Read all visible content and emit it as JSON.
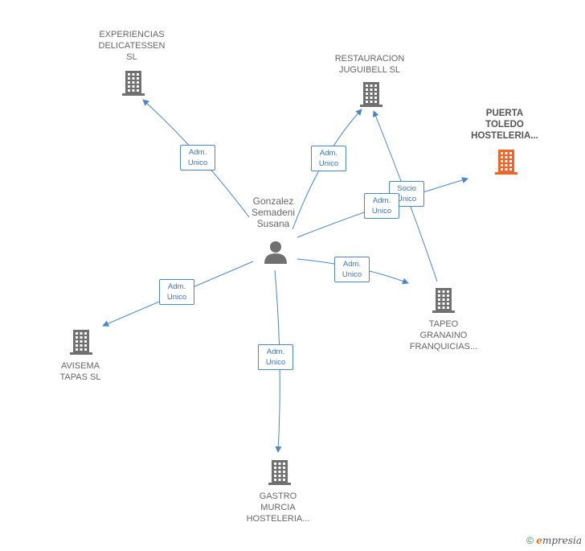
{
  "colors": {
    "edge": "#4a86c8",
    "building": "#707070",
    "highlight": "#f0642a"
  },
  "person": {
    "lines": [
      "Gonzalez",
      "Semadeni",
      "Susana"
    ]
  },
  "companies": [
    {
      "id": "experiencias",
      "lines": [
        "EXPERIENCIAS",
        "DELICATESSEN",
        "SL"
      ]
    },
    {
      "id": "restauracion",
      "lines": [
        "RESTAURACION",
        "JUGUIBELL SL"
      ]
    },
    {
      "id": "puerta",
      "lines": [
        "PUERTA",
        "TOLEDO",
        "HOSTELERIA..."
      ],
      "highlight": true
    },
    {
      "id": "tapeo",
      "lines": [
        "TAPEO",
        "GRANAINO",
        "FRANQUICIAS..."
      ]
    },
    {
      "id": "avisema",
      "lines": [
        "AVISEMA",
        "TAPAS SL"
      ]
    },
    {
      "id": "gastro",
      "lines": [
        "GASTRO",
        "MURCIA",
        "HOSTELERIA..."
      ]
    }
  ],
  "edge_labels": [
    {
      "id": "e-experiencias",
      "lines": [
        "Adm.",
        "Unico"
      ]
    },
    {
      "id": "e-restauracion",
      "lines": [
        "Adm.",
        "Unico"
      ]
    },
    {
      "id": "e-socio",
      "lines": [
        "Socio",
        "Único"
      ]
    },
    {
      "id": "e-puerta",
      "lines": [
        "Adm.",
        "Unico"
      ]
    },
    {
      "id": "e-tapeo",
      "lines": [
        "Adm.",
        "Unico"
      ]
    },
    {
      "id": "e-avisema",
      "lines": [
        "Adm.",
        "Unico"
      ]
    },
    {
      "id": "e-gastro",
      "lines": [
        "Adm.",
        "Unico"
      ]
    }
  ],
  "footer": {
    "copyright": "©",
    "brand_initial": "e",
    "brand_rest": "mpresia"
  }
}
